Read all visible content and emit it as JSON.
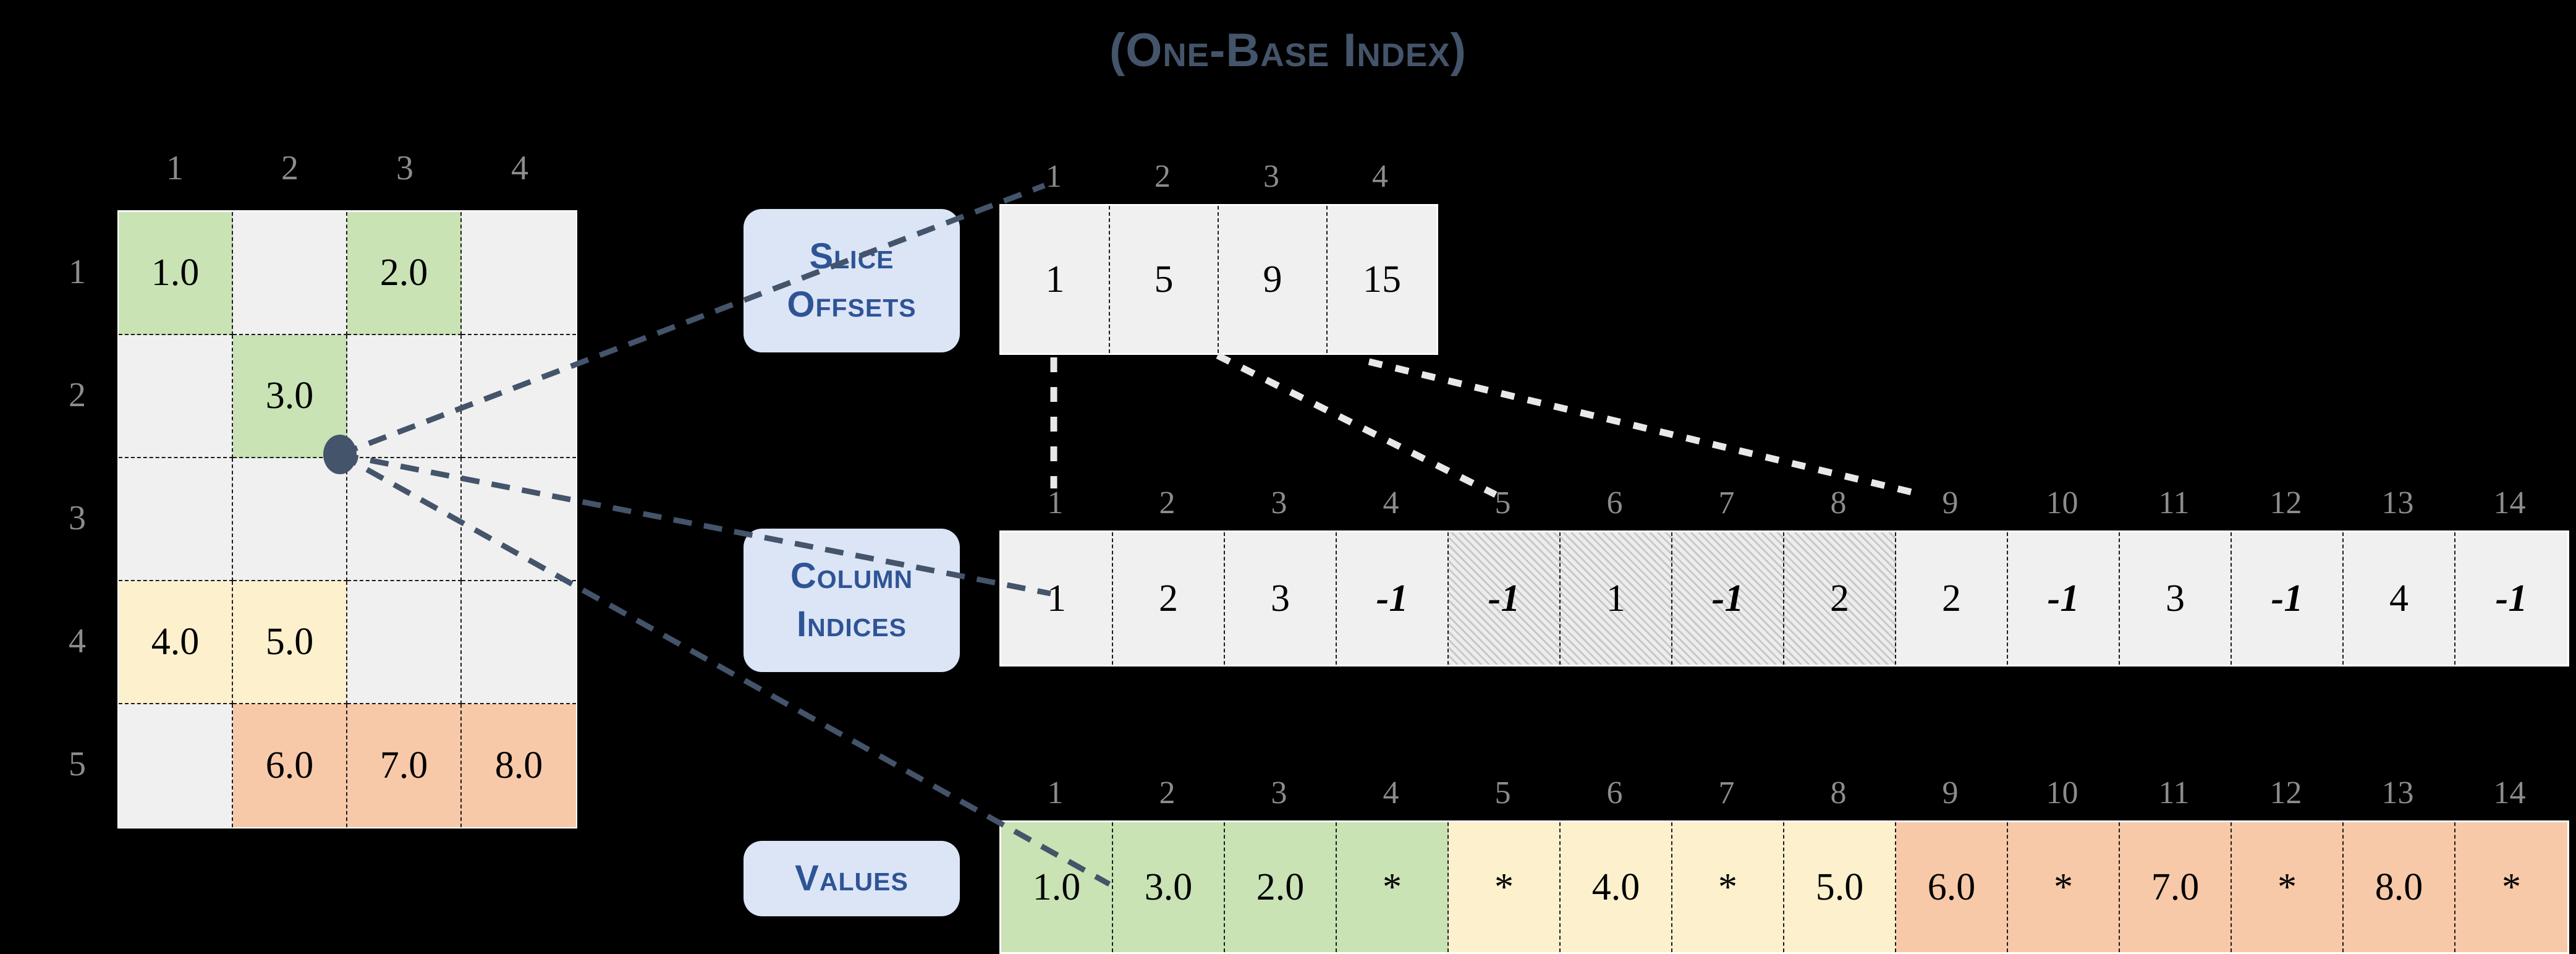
{
  "title": "(One-Base Index)",
  "colors": {
    "background": "#000000",
    "title": "#44546a",
    "badge_bg": "#dce5f6",
    "badge_text": "#2e5496",
    "cell_empty": "#f0f0f0",
    "green": "#c9e3b4",
    "yellow": "#fdf0cd",
    "orange": "#f8c9a8",
    "hatch": "#ededed",
    "index_label": "#8c8c8c",
    "connector": "#44546a",
    "dotted_connector": "#e8e8e8",
    "marker_dot": "#44546a"
  },
  "matrix": {
    "column_headers": [
      "1",
      "2",
      "3",
      "4"
    ],
    "row_headers": [
      "1",
      "2",
      "3",
      "4",
      "5"
    ],
    "rows": [
      [
        {
          "text": "1.0",
          "fill": "green"
        },
        {
          "text": "",
          "fill": "empty"
        },
        {
          "text": "2.0",
          "fill": "green"
        },
        {
          "text": "",
          "fill": "empty"
        }
      ],
      [
        {
          "text": "",
          "fill": "empty"
        },
        {
          "text": "3.0",
          "fill": "green"
        },
        {
          "text": "",
          "fill": "empty"
        },
        {
          "text": "",
          "fill": "empty"
        }
      ],
      [
        {
          "text": "",
          "fill": "empty"
        },
        {
          "text": "",
          "fill": "empty"
        },
        {
          "text": "",
          "fill": "empty"
        },
        {
          "text": "",
          "fill": "empty"
        }
      ],
      [
        {
          "text": "4.0",
          "fill": "yellow"
        },
        {
          "text": "5.0",
          "fill": "yellow"
        },
        {
          "text": "",
          "fill": "empty"
        },
        {
          "text": "",
          "fill": "empty"
        }
      ],
      [
        {
          "text": "",
          "fill": "empty"
        },
        {
          "text": "6.0",
          "fill": "orange"
        },
        {
          "text": "7.0",
          "fill": "orange"
        },
        {
          "text": "8.0",
          "fill": "orange"
        }
      ]
    ],
    "marker_cell": {
      "row": 2,
      "col": 2,
      "value": "3.0"
    }
  },
  "slice_offsets": {
    "label_line1": "Slice",
    "label_line2": "Offsets",
    "indices": [
      "1",
      "2",
      "3",
      "4"
    ],
    "values": [
      "1",
      "5",
      "9",
      "15"
    ]
  },
  "column_indices": {
    "label_line1": "Column",
    "label_line2": "Indices",
    "indices": [
      "1",
      "2",
      "3",
      "4",
      "5",
      "6",
      "7",
      "8",
      "9",
      "10",
      "11",
      "12",
      "13",
      "14"
    ],
    "values": [
      "1",
      "2",
      "3",
      "-1",
      "-1",
      "1",
      "-1",
      "2",
      "2",
      "-1",
      "3",
      "-1",
      "4",
      "-1"
    ],
    "negative_flags": [
      false,
      false,
      false,
      true,
      true,
      false,
      true,
      false,
      false,
      true,
      false,
      true,
      false,
      true
    ],
    "hatched_flags": [
      false,
      false,
      false,
      false,
      true,
      true,
      true,
      true,
      false,
      false,
      false,
      false,
      false,
      false
    ]
  },
  "values": {
    "label_line1": "Values",
    "indices": [
      "1",
      "2",
      "3",
      "4",
      "5",
      "6",
      "7",
      "8",
      "9",
      "10",
      "11",
      "12",
      "13",
      "14"
    ],
    "values": [
      "1.0",
      "3.0",
      "2.0",
      "*",
      "*",
      "4.0",
      "*",
      "5.0",
      "6.0",
      "*",
      "7.0",
      "*",
      "8.0",
      "*"
    ],
    "fills": [
      "green",
      "green",
      "green",
      "green",
      "yellow",
      "yellow",
      "yellow",
      "yellow",
      "orange",
      "orange",
      "orange",
      "orange",
      "orange",
      "orange"
    ]
  }
}
